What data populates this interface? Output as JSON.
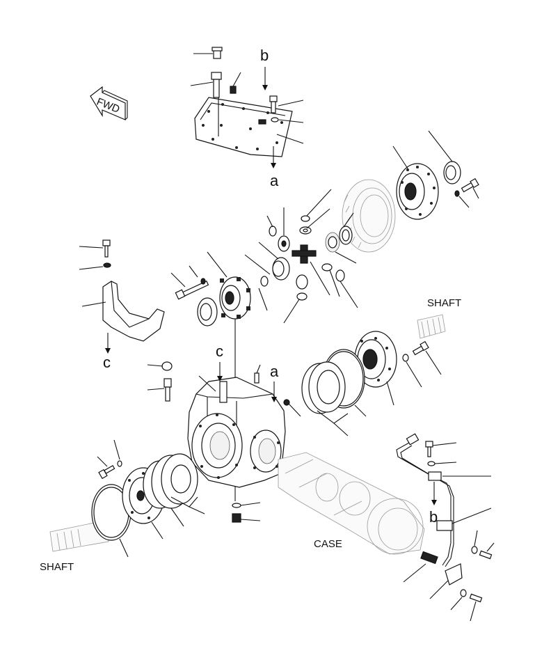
{
  "labels": {
    "fwd": "FWD",
    "shaft_right": "SHAFT",
    "shaft_left": "SHAFT",
    "case": "CASE",
    "ref_a_top": "a",
    "ref_a_mid": "a",
    "ref_b_top": "b",
    "ref_b_right": "b",
    "ref_c_left": "c",
    "ref_c_mid": "c"
  }
}
